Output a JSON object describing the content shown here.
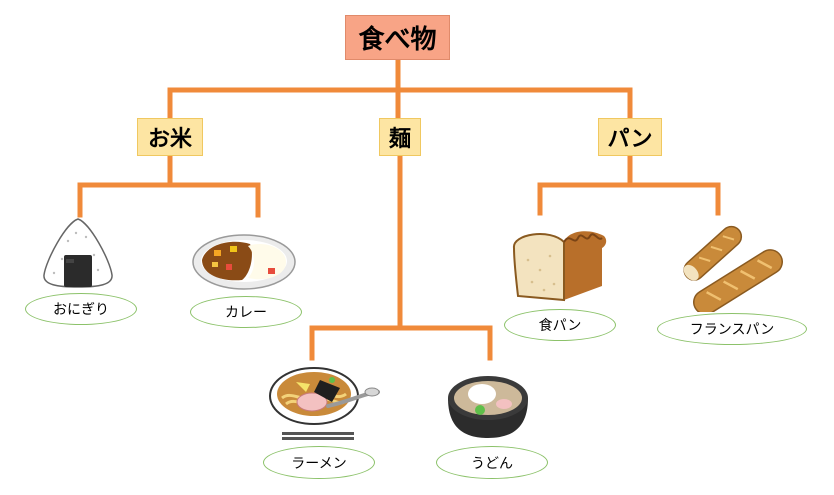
{
  "root": {
    "label": "食べ物"
  },
  "categories": [
    {
      "label": "お米",
      "items": [
        "おにぎり",
        "カレー"
      ]
    },
    {
      "label": "麺",
      "items": [
        "ラーメン",
        "うどん"
      ]
    },
    {
      "label": "パン",
      "items": [
        "食パン",
        "フランスパン"
      ]
    }
  ],
  "colors": {
    "connector": "#f08a3a",
    "root_fill": "#f8a486",
    "category_fill": "#fde5a3",
    "leaf_border": "#8cc26a"
  }
}
